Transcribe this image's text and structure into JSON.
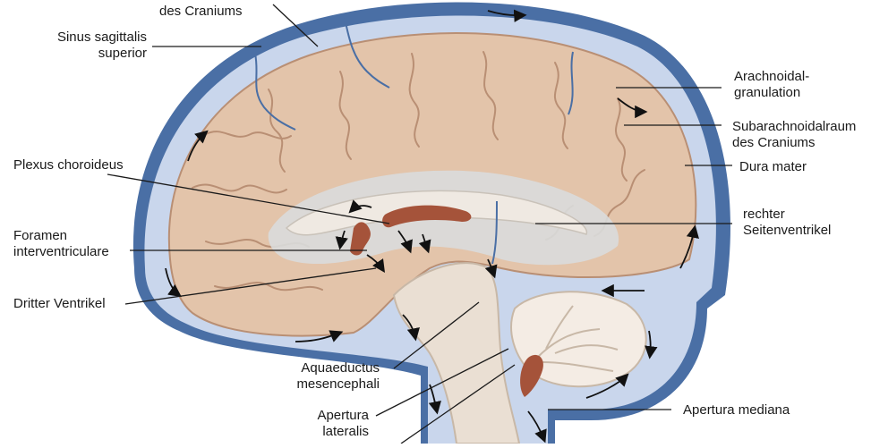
{
  "colors": {
    "background": "#ffffff",
    "dura": "#4a6fa5",
    "csf": "#c9d6ec",
    "brain": "#e3c4aa",
    "brain_outline": "#b98f74",
    "brainstem": "#eadfd3",
    "choroid": "#a5533a",
    "ventricle": "#d9dcdc",
    "leader": "#1a1a1a",
    "arrow": "#111111"
  },
  "labels": {
    "subarach_top": "des Craniums",
    "sinus_l1": "Sinus sagittalis",
    "sinus_l2": "superior",
    "arach_l1": "Arachnoidal-",
    "arach_l2": "granulation",
    "subarach_l1": "Subarachnoidalraum",
    "subarach_l2": "des Craniums",
    "dura": "Dura mater",
    "plexus": "Plexus choroideus",
    "ventr_l1": "rechter",
    "ventr_l2": "Seitenventrikel",
    "foramen_l1": "Foramen",
    "foramen_l2": "interventriculare",
    "third": "Dritter Ventrikel",
    "aqua_l1": "Aquaeductus",
    "aqua_l2": "mesencephali",
    "apl_l1": "Apertura",
    "apl_l2": "lateralis",
    "apm": "Apertura mediana"
  }
}
